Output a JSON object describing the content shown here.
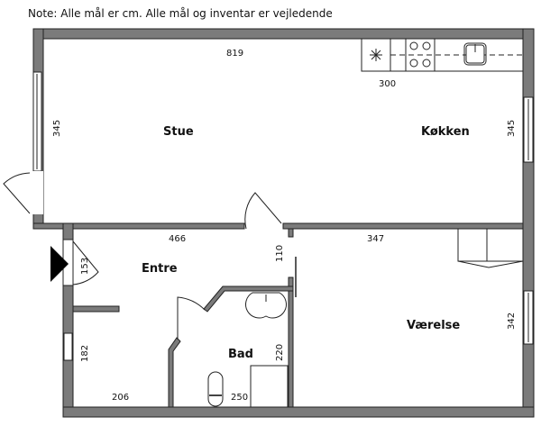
{
  "note": "Note: Alle mål er cm. Alle mål og inventar er vejledende",
  "rooms": {
    "stue": "Stue",
    "kokken": "Køkken",
    "entre": "Entre",
    "bad": "Bad",
    "vaerelse": "Værelse"
  },
  "dimensions": {
    "stue_width": "819",
    "stue_left_height": "345",
    "kitchen_width": "300",
    "kitchen_right_height": "345",
    "entre_width": "466",
    "entre_door": "153",
    "hall_110": "110",
    "entre_182": "182",
    "entre_206": "206",
    "bad_250": "250",
    "bad_220": "220",
    "vaerelse_width": "347",
    "vaerelse_height": "342"
  },
  "colors": {
    "wall": "#7b7b7b",
    "outline": "#222222"
  }
}
